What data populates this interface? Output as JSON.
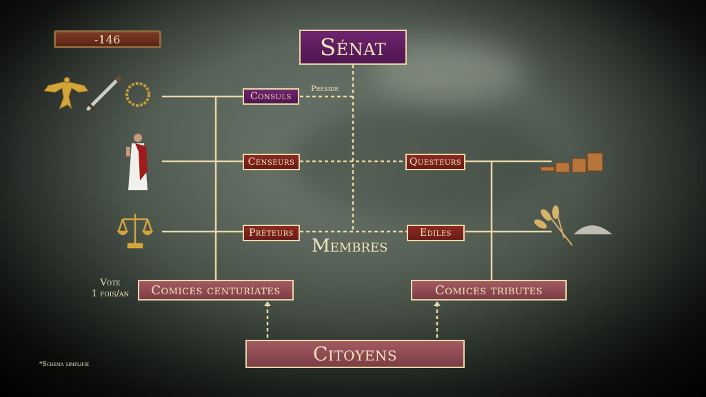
{
  "year_badge": "-146",
  "senat": "Sénat",
  "membres": "Membres",
  "preside": "Préside",
  "magistrates": {
    "consuls": "Consuls",
    "censeurs": "Censeurs",
    "preteurs": "Préteurs",
    "questeurs": "Questeurs",
    "ediles": "Ediles"
  },
  "comices": {
    "centuriates": "Comices centuriates",
    "tributes": "Comices tributes"
  },
  "vote_note": [
    "Vote",
    "1 fois/an"
  ],
  "citoyens": "Citoyens",
  "footnote": "*Schéma simplifié",
  "colors": {
    "line": "#e6d7a4",
    "senat_bg": "#5a1a5c",
    "magistrate_bg": "#7a211c",
    "comices_bg": "#8f4a52"
  },
  "icons": [
    "eagle-icon",
    "sword-icon",
    "laurel-wreath-icon",
    "roman-magistrate-icon",
    "scales-icon",
    "coins-icon",
    "wheat-icon",
    "grain-pile-icon"
  ]
}
